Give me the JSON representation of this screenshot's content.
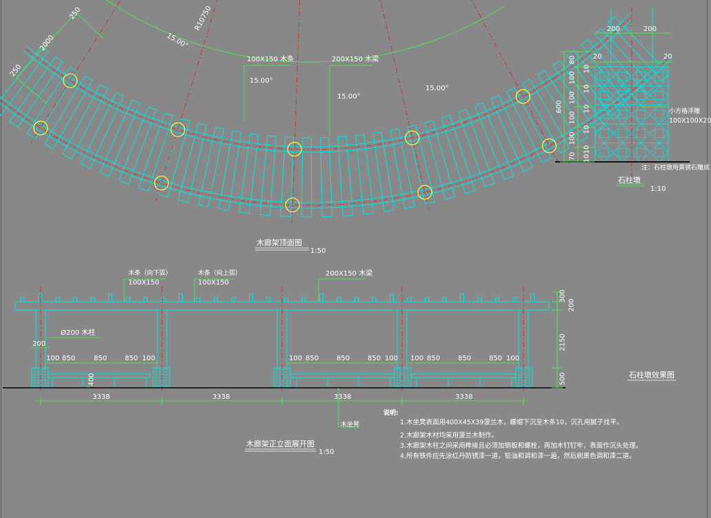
{
  "colors": {
    "background": "#888888",
    "timber": "#00e5e5",
    "dimension": "#3cff3c",
    "centerline": "#e02020",
    "column": "#ffff33",
    "text": "#ffffff"
  },
  "plan": {
    "title": "木廊架顶面图",
    "scale": "1:50",
    "dims": {
      "d250a": "250",
      "d2000": "2000",
      "d250b": "250",
      "radius": "R10750"
    },
    "angles": [
      "15.00°",
      "15.00°",
      "15.00°",
      "15.00°"
    ],
    "labels": {
      "purlin": "100X150 木条",
      "beam": "200X150 木梁"
    }
  },
  "elevation": {
    "title": "木廊架正立面展开图",
    "scale": "1:50",
    "labels": {
      "purlin_down": "木条（向下弧）",
      "purlin_down_size": "100X150",
      "purlin_up": "木条（向上弧）",
      "purlin_up_size": "100X150",
      "beam": "200X150 木梁",
      "post": "Ø200 木柱",
      "seat": "木坐凳"
    },
    "dims": {
      "post_w": "200",
      "h300": "300",
      "h200": "200",
      "h2150": "2150",
      "h500": "500",
      "seat_h": "400",
      "bays_a": [
        "100",
        "850",
        "850",
        "850",
        "100"
      ],
      "bays_b": [
        "100",
        "850",
        "850",
        "850",
        "100"
      ],
      "bays_c": [
        "100",
        "850",
        "850",
        "850",
        "100"
      ],
      "spans": [
        "3338",
        "3338",
        "3338",
        "3338"
      ]
    }
  },
  "pier": {
    "title": "石柱墩",
    "scale": "1:10",
    "dims": {
      "top": [
        "200",
        "200"
      ],
      "side": [
        "20",
        "20"
      ],
      "left": [
        "80",
        "100",
        "100",
        "100",
        "100",
        "70"
      ],
      "inner": [
        "10",
        "10",
        "10",
        "10",
        "10",
        "10"
      ],
      "total": "600"
    },
    "stone_label": "小方格浮雕",
    "stone_size": "100X100X20",
    "note": "注：石柱墩用黄锈石雕成"
  },
  "effect_title": "石柱墩效果图",
  "notes": {
    "heading": "说明:",
    "items": [
      "1.木坐凳表面用400X45X39菠兰木，螺帽下沉至木条10，沉孔用腻子找平。",
      "2.木廊架木材均采用菠兰木制作。",
      "3.木廊架木柱之间采用榫接且必须加钢板和螺栓，再加木钉钉牢，表面作沉头处理。",
      "4.所有铁件应先涂红丹防锈漆一道，铅油和调和漆一遍，然后刷黑色调和漆二道。"
    ]
  }
}
